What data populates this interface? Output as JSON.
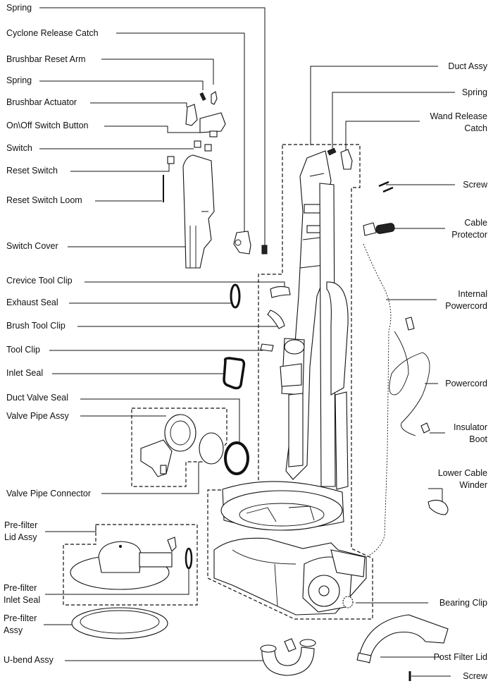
{
  "diagram": {
    "type": "exploded-parts-diagram",
    "subject": "Upright vacuum cleaner",
    "left_labels": [
      {
        "id": "spring-1",
        "text": "Spring"
      },
      {
        "id": "cyclone-release-catch",
        "text": "Cyclone Release Catch"
      },
      {
        "id": "brushbar-reset-arm",
        "text": "Brushbar Reset Arm"
      },
      {
        "id": "spring-2",
        "text": "Spring"
      },
      {
        "id": "brushbar-actuator",
        "text": "Brushbar Actuator"
      },
      {
        "id": "on-off-switch-button",
        "text": "On\\Off Switch Button"
      },
      {
        "id": "switch",
        "text": "Switch"
      },
      {
        "id": "reset-switch",
        "text": "Reset Switch"
      },
      {
        "id": "reset-switch-loom",
        "text": "Reset Switch Loom"
      },
      {
        "id": "switch-cover",
        "text": "Switch Cover"
      },
      {
        "id": "crevice-tool-clip",
        "text": "Crevice Tool Clip"
      },
      {
        "id": "exhaust-seal",
        "text": "Exhaust Seal"
      },
      {
        "id": "brush-tool-clip",
        "text": "Brush Tool Clip"
      },
      {
        "id": "tool-clip",
        "text": "Tool Clip"
      },
      {
        "id": "inlet-seal",
        "text": "Inlet Seal"
      },
      {
        "id": "duct-valve-seal",
        "text": "Duct Valve Seal"
      },
      {
        "id": "valve-pipe-assy",
        "text": "Valve Pipe Assy"
      },
      {
        "id": "valve-pipe-connector",
        "text": "Valve Pipe Connector"
      },
      {
        "id": "pre-filter-lid-assy",
        "text": "Pre-filter\nLid Assy",
        "line1": "Pre-filter",
        "line2": "Lid Assy"
      },
      {
        "id": "pre-filter-inlet-seal",
        "text": "Pre-filter\nInlet Seal",
        "line1": "Pre-filter",
        "line2": "Inlet Seal"
      },
      {
        "id": "pre-filter-assy",
        "text": "Pre-filter\nAssy",
        "line1": "Pre-filter",
        "line2": "Assy"
      },
      {
        "id": "u-bend-assy",
        "text": "U-bend Assy"
      }
    ],
    "right_labels": [
      {
        "id": "duct-assy",
        "text": "Duct Assy"
      },
      {
        "id": "spring-3",
        "text": "Spring"
      },
      {
        "id": "wand-release-catch",
        "line1": "Wand Release",
        "line2": "Catch"
      },
      {
        "id": "screw-1",
        "text": "Screw"
      },
      {
        "id": "cable-protector",
        "line1": "Cable",
        "line2": "Protector"
      },
      {
        "id": "internal-powercord",
        "line1": "Internal",
        "line2": "Powercord"
      },
      {
        "id": "powercord",
        "text": "Powercord"
      },
      {
        "id": "insulator-boot",
        "line1": "Insulator",
        "line2": "Boot"
      },
      {
        "id": "lower-cable-winder",
        "line1": "Lower Cable",
        "line2": "Winder"
      },
      {
        "id": "bearing-clip",
        "text": "Bearing Clip"
      },
      {
        "id": "post-filter-lid",
        "text": "Post Filter Lid"
      },
      {
        "id": "screw-2",
        "text": "Screw"
      }
    ]
  }
}
